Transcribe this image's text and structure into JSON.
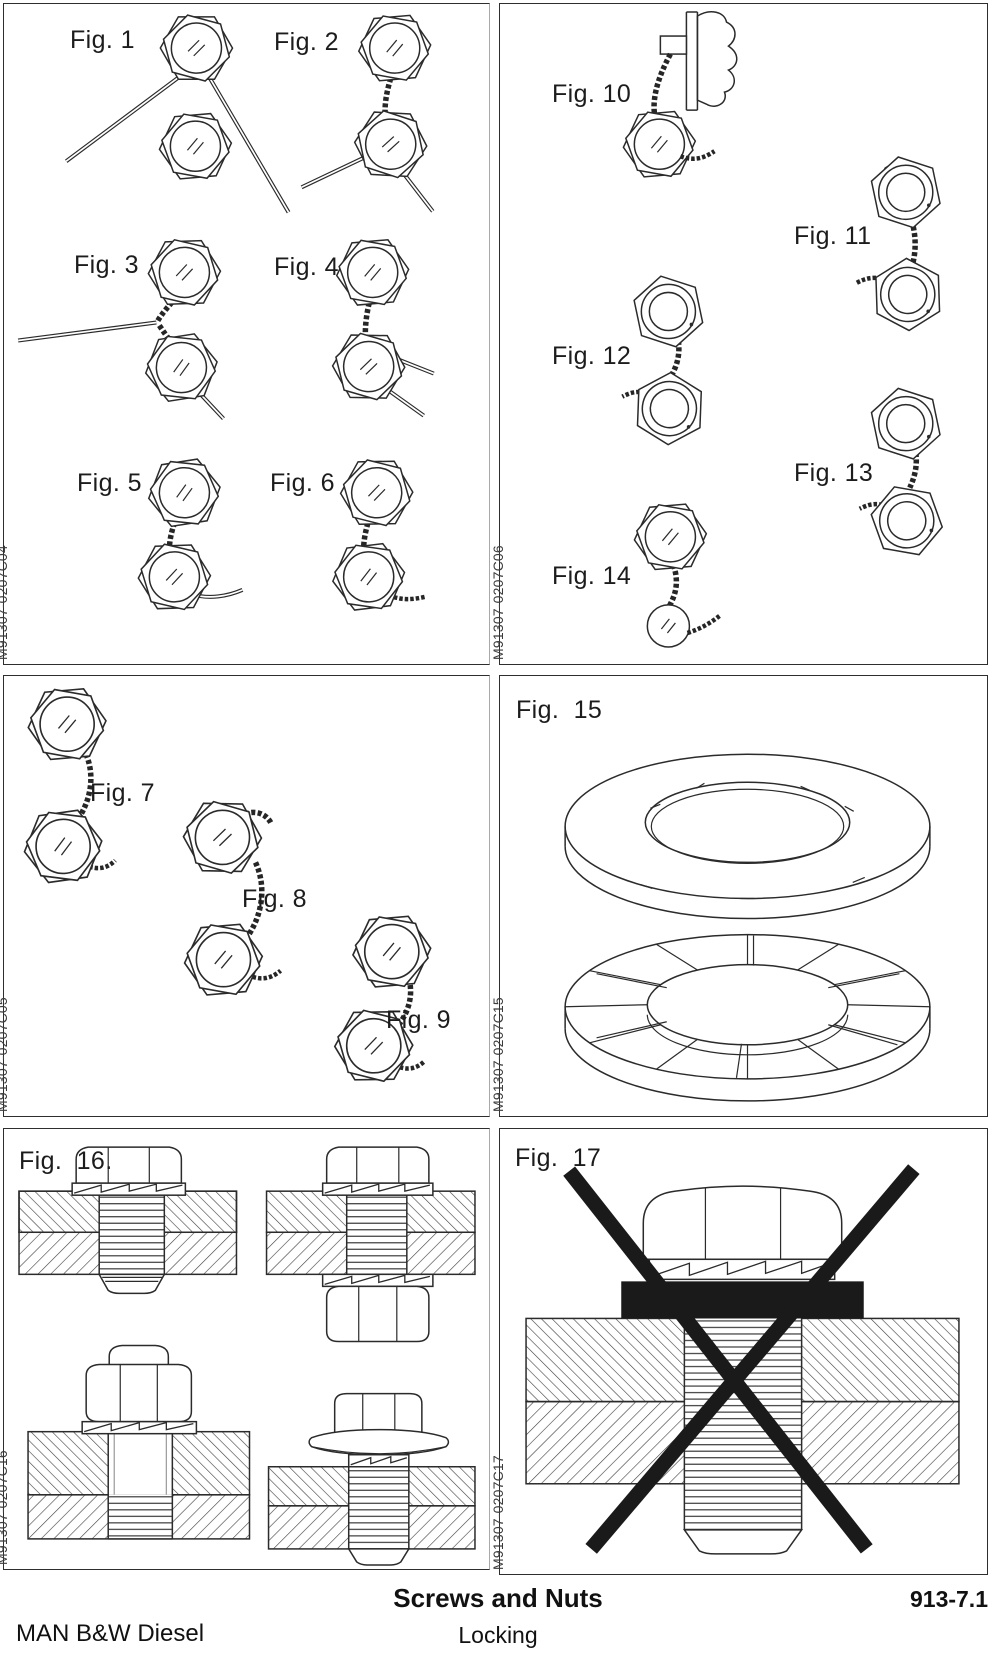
{
  "footer": {
    "title": "Screws and Nuts",
    "subtitle": "Locking",
    "page_number": "913-7.1",
    "company": "MAN B&W Diesel"
  },
  "panels": [
    {
      "code": "M91307-0207C04",
      "figures": [
        "Fig. 1",
        "Fig. 2",
        "Fig. 3",
        "Fig. 4",
        "Fig. 5",
        "Fig. 6"
      ]
    },
    {
      "code": "M91307-0207C06",
      "figures": [
        "Fig. 10",
        "Fig. 11",
        "Fig. 12",
        "Fig. 13",
        "Fig. 14"
      ]
    },
    {
      "code": "M91307-0207C05",
      "figures": [
        "Fig. 7",
        "Fig. 8",
        "Fig. 9"
      ]
    },
    {
      "code": "M91307-0207C15",
      "figures": [
        "Fig. 15"
      ]
    },
    {
      "code": "M91307-0207C16",
      "figures": [
        "Fig. 16."
      ]
    },
    {
      "code": "M91307-0207C17",
      "figures": [
        "Fig. 17"
      ]
    }
  ]
}
